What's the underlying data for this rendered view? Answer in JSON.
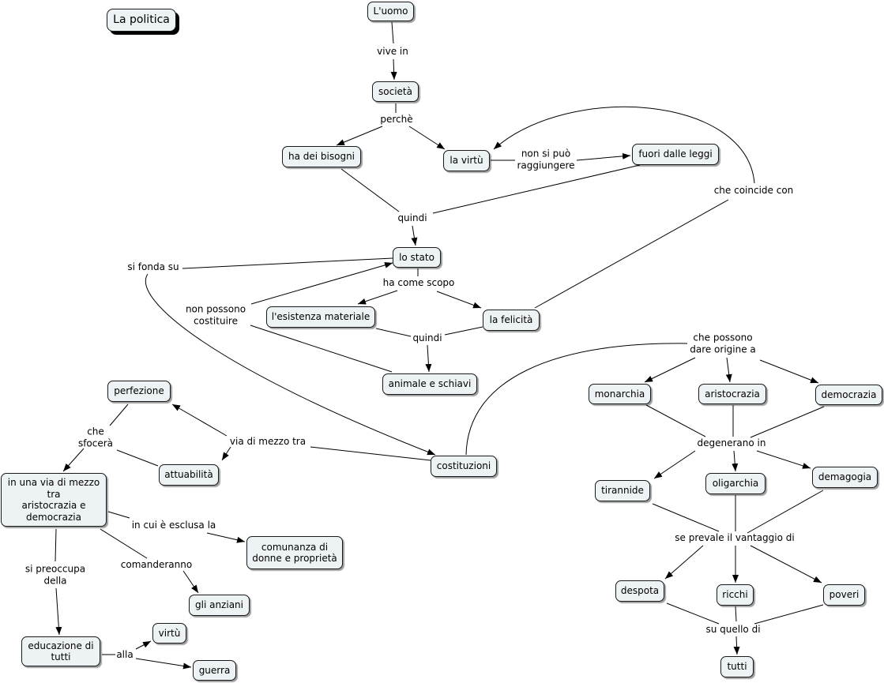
{
  "title": "La politica",
  "concepts": {
    "uomo": "L'uomo",
    "societa": "società",
    "bisogni": "ha dei bisogni",
    "virtu": "la virtù",
    "leggi": "fuori dalle leggi",
    "stato": "lo stato",
    "esistenza": "l'esistenza materiale",
    "felicita": "la felicità",
    "animale": "animale e schiavi",
    "perfezione": "perfezione",
    "attuabilita": "attuabilità",
    "via_mezzo": "in una via di mezzo\ntra\naristocrazia e\ndemocrazia",
    "costituzioni": "costituzioni",
    "monarchia": "monarchia",
    "aristocrazia": "aristocrazia",
    "democrazia": "democrazia",
    "tirannide": "tirannide",
    "oligarchia": "oligarchia",
    "demagogia": "demagogia",
    "comunanza": "comunanza di\ndonne e proprietà",
    "anziani": "gli anziani",
    "educazione": "educazione di\ntutti",
    "virtu_2": "virtù",
    "guerra": "guerra",
    "despota": "despota",
    "ricchi": "ricchi",
    "poveri": "poveri",
    "tutti": "tutti"
  },
  "links": {
    "vive_in": "vive in",
    "perche": "perchè",
    "non_si_puo": "non si può\nraggiungere",
    "quindi_1": "quindi",
    "coincide": "che coincide con",
    "scopo": "ha come scopo",
    "fonda": "si fonda su",
    "non_possono": "non possono\ncostituire",
    "quindi_2": "quindi",
    "dare_origine": "che possono\ndare origine a",
    "sfocera": "che\nsfocerà",
    "via_mezzo_tra": "via di mezzo tra",
    "degenerano": "degenerano in",
    "esclusa": "in cui è esclusa la",
    "preoccupa": "si preoccupa\ndella",
    "comanderanno": "comanderanno",
    "prevale": "se prevale il vantaggio di",
    "su_quello": "su quello di",
    "alla": "alla"
  },
  "colors": {
    "node_fill": "#edf2f5",
    "node_border": "#1a1a1a",
    "line": "#000000"
  }
}
